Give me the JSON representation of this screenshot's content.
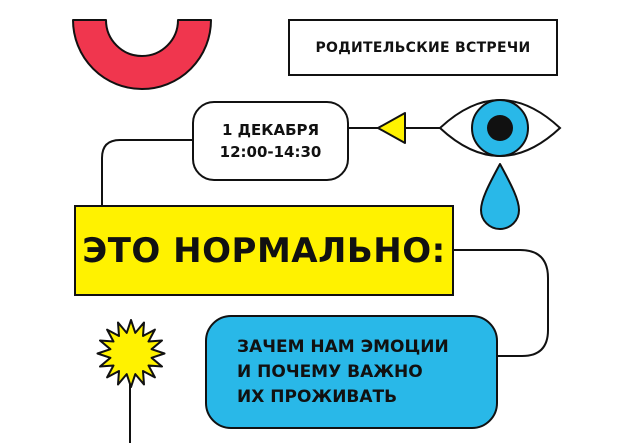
{
  "poster": {
    "title": "РОДИТЕЛЬСКИЕ ВСТРЕЧИ",
    "date": "1 ДЕКАБРЯ",
    "time": "12:00-14:30",
    "headline": "ЭТО НОРМАЛЬНО:",
    "subtitle_lines": [
      "ЗАЧЕМ НАМ ЭМОЦИИ",
      "И ПОЧЕМУ ВАЖНО",
      "ИХ ПРОЖИВАТЬ"
    ]
  },
  "colors": {
    "red": "#f0364e",
    "yellow": "#fff200",
    "blue": "#29b8e8",
    "ink": "#111111"
  },
  "icons": [
    "smile-arc-icon",
    "eye-icon",
    "teardrop-icon",
    "arrow-triangle-icon",
    "starburst-icon"
  ]
}
